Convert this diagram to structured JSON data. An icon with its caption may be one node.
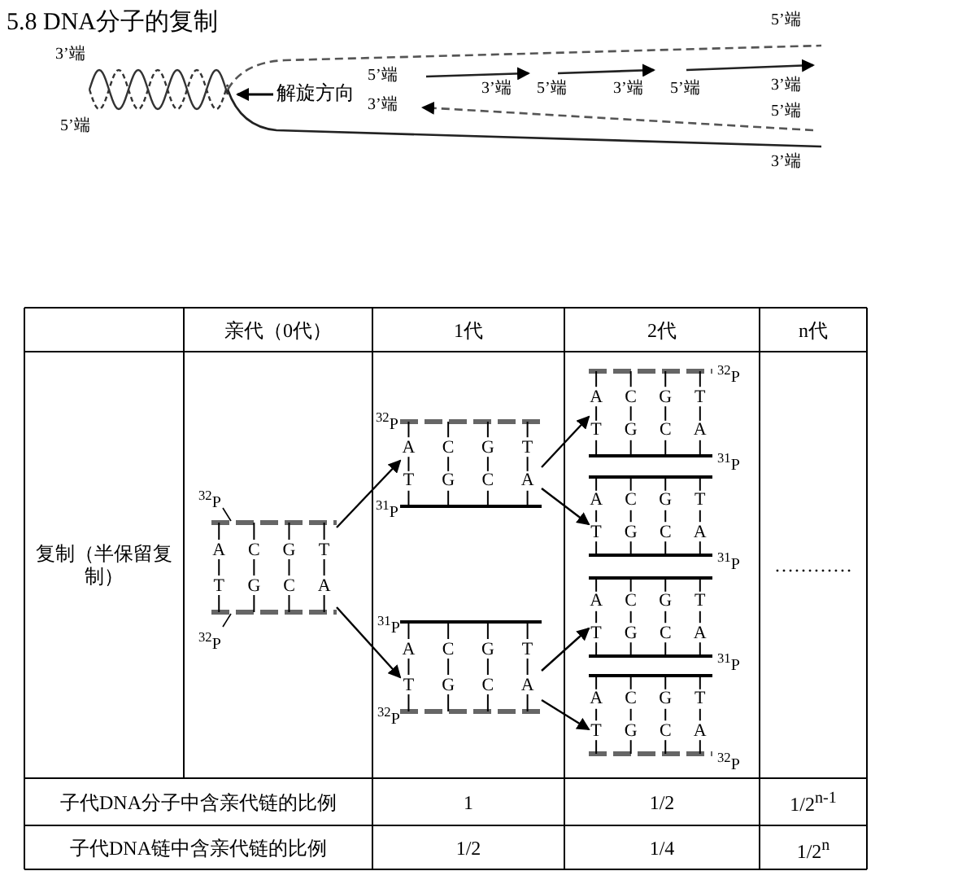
{
  "diagram": {
    "title": "5.8 DNA分子的复制",
    "nodes": [
      {
        "text": [
          "A",
          "C",
          "G",
          "T",
          "T",
          "G",
          "C",
          "A"
        ],
        "beside": [
          "$^{32}$P",
          "$^{32}$P"
        ]
      },
      {
        "text": [
          "A",
          "C",
          "G",
          "T",
          "T",
          "G",
          "C",
          "A"
        ],
        "beside": [
          "$^{32}$P",
          "$^{31}$P"
        ]
      },
      {
        "text": [
          "A",
          "C",
          "G",
          "T",
          "T",
          "G",
          "C",
          "A"
        ],
        "beside": [
          "$^{31}$P",
          "$^{32}$P"
        ]
      },
      {
        "text": [
          "A",
          "C",
          "G",
          "T",
          "T",
          "G",
          "C",
          "A"
        ],
        "beside": [
          "$^{32}$P",
          "$^{31}$P"
        ]
      },
      {
        "text": [
          "A",
          "C",
          "G",
          "T",
          "T",
          "G",
          "C",
          "A"
        ],
        "beside": [
          "$^{31}$P"
        ]
      },
      {
        "text": [
          "A",
          "C",
          "G",
          "T",
          "T",
          "G",
          "C",
          "A"
        ],
        "beside": [
          "$^{31}$P"
        ]
      },
      {
        "text": [
          "A",
          "C",
          "G",
          "T",
          "T",
          "G",
          "C",
          "A"
        ],
        "beside": [
          "$^{32}$P"
        ]
      }
    ],
    "edges": [
      {
        "from": 0,
        "to": 1,
        "arrow": "to"
      },
      {
        "from": 0,
        "to": 2,
        "arrow": "to"
      },
      {
        "from": 1,
        "to": 3,
        "arrow": "to"
      },
      {
        "from": 1,
        "to": 4,
        "arrow": "to"
      },
      {
        "from": 2,
        "to": 5,
        "arrow": "to"
      },
      {
        "from": 2,
        "to": 6,
        "arrow": "to"
      }
    ],
    "labels": [
      "5’端",
      "3’端",
      "解旋方向",
      "5’端",
      "3’端",
      "5’端",
      "3’端",
      "5’端",
      "3’端",
      "3’端",
      "5’端",
      "5’端",
      "3’端",
      "亲代（0代）",
      "1代",
      "2代",
      "n代",
      "复制（半保留复制）",
      "…………",
      "子代DNA分子中含亲代链的比例",
      "1",
      "1/2",
      "1/2$^{n-1}$",
      "子代DNA链中含亲代链的比例",
      "1/2",
      "1/4",
      "1/2$^{n}$"
    ]
  }
}
